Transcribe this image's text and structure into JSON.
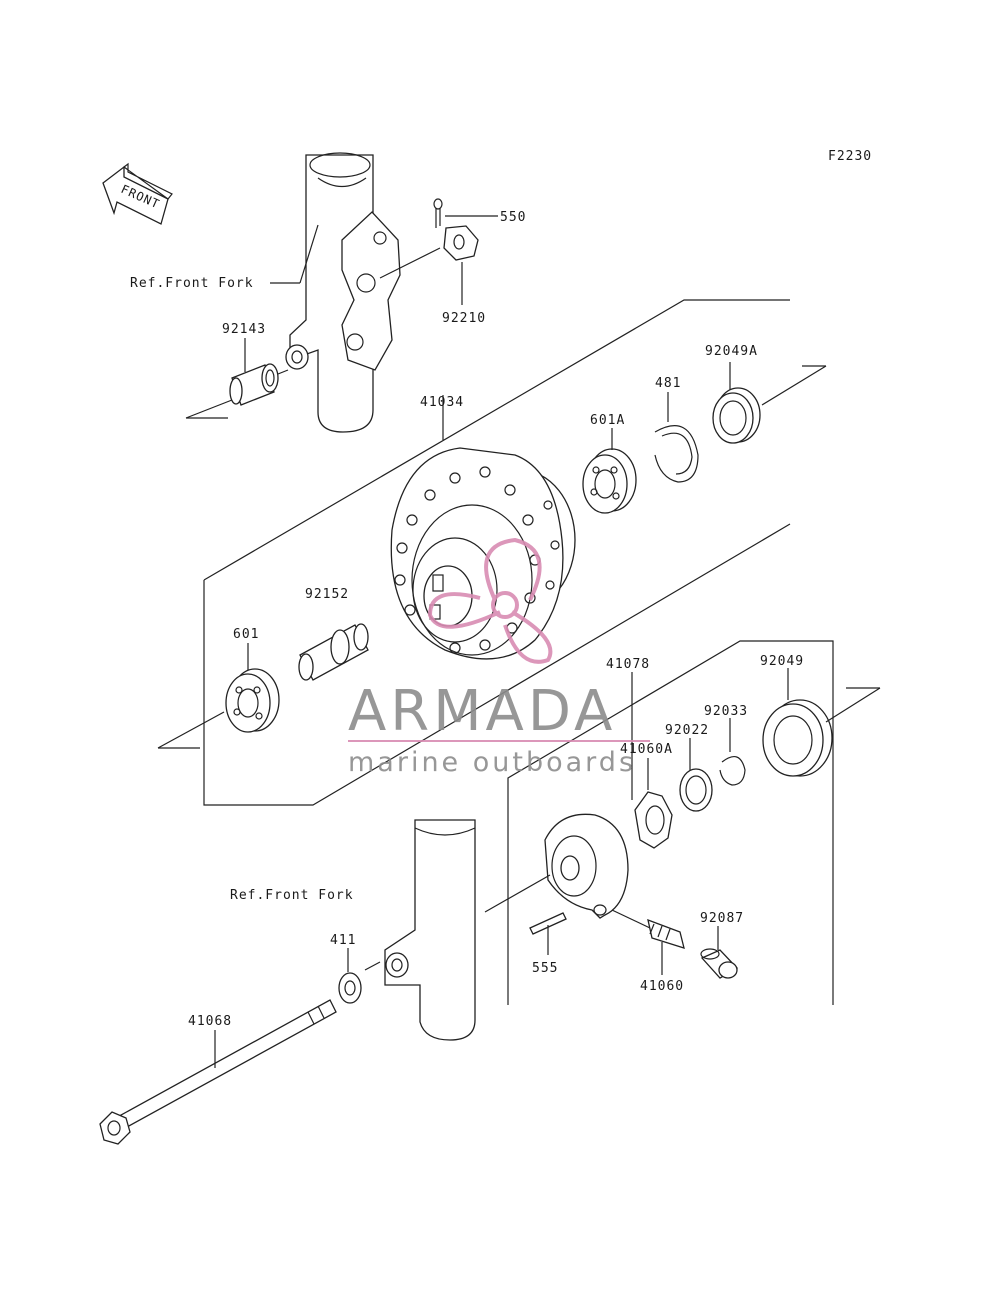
{
  "figure_code": "F2230",
  "front_arrow_label": "FRONT",
  "ref_labels": {
    "upper_fork": "Ref.Front Fork",
    "lower_fork": "Ref.Front Fork"
  },
  "part_labels": {
    "p550": "550",
    "p92210": "92210",
    "p92143": "92143",
    "p41034": "41034",
    "p481": "481",
    "p92049A": "92049A",
    "p601A": "601A",
    "p92152": "92152",
    "p601": "601",
    "p41078": "41078",
    "p92049": "92049",
    "p92033": "92033",
    "p92022": "92022",
    "p41060A": "41060A",
    "p92087": "92087",
    "p555": "555",
    "p41060": "41060",
    "p411": "411",
    "p41068": "41068"
  },
  "watermark": {
    "brand": "ARMADA",
    "tagline": "marine outboards",
    "accent_color": "#d98cb3",
    "text_color": "#8c8c8c"
  }
}
